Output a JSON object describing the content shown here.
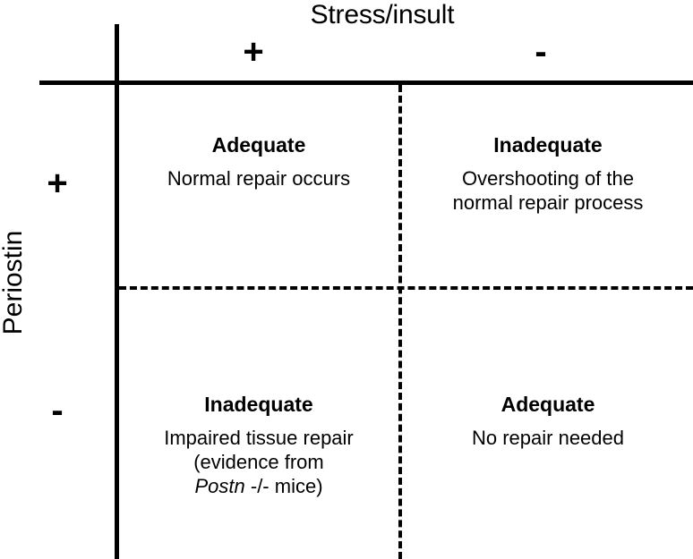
{
  "figure": {
    "column_axis_label": "Stress/insult",
    "row_axis_label": "Periostin",
    "column_headers": [
      "+",
      "-"
    ],
    "row_headers": [
      "+",
      "-"
    ],
    "line_color": "#000000",
    "background_color": "#ffffff"
  },
  "cells": {
    "top_left": {
      "title": "Adequate",
      "body": "Normal repair occurs"
    },
    "top_right": {
      "title": "Inadequate",
      "body_line1": "Overshooting of the",
      "body_line2": "normal repair process"
    },
    "bottom_left": {
      "title": "Inadequate",
      "body_line1": "Impaired tissue repair",
      "body_line2": "(evidence from",
      "body_line3_italic": "Postn",
      "body_line3_rest": " -/- mice)"
    },
    "bottom_right": {
      "title": "Adequate",
      "body": "No repair needed"
    }
  }
}
